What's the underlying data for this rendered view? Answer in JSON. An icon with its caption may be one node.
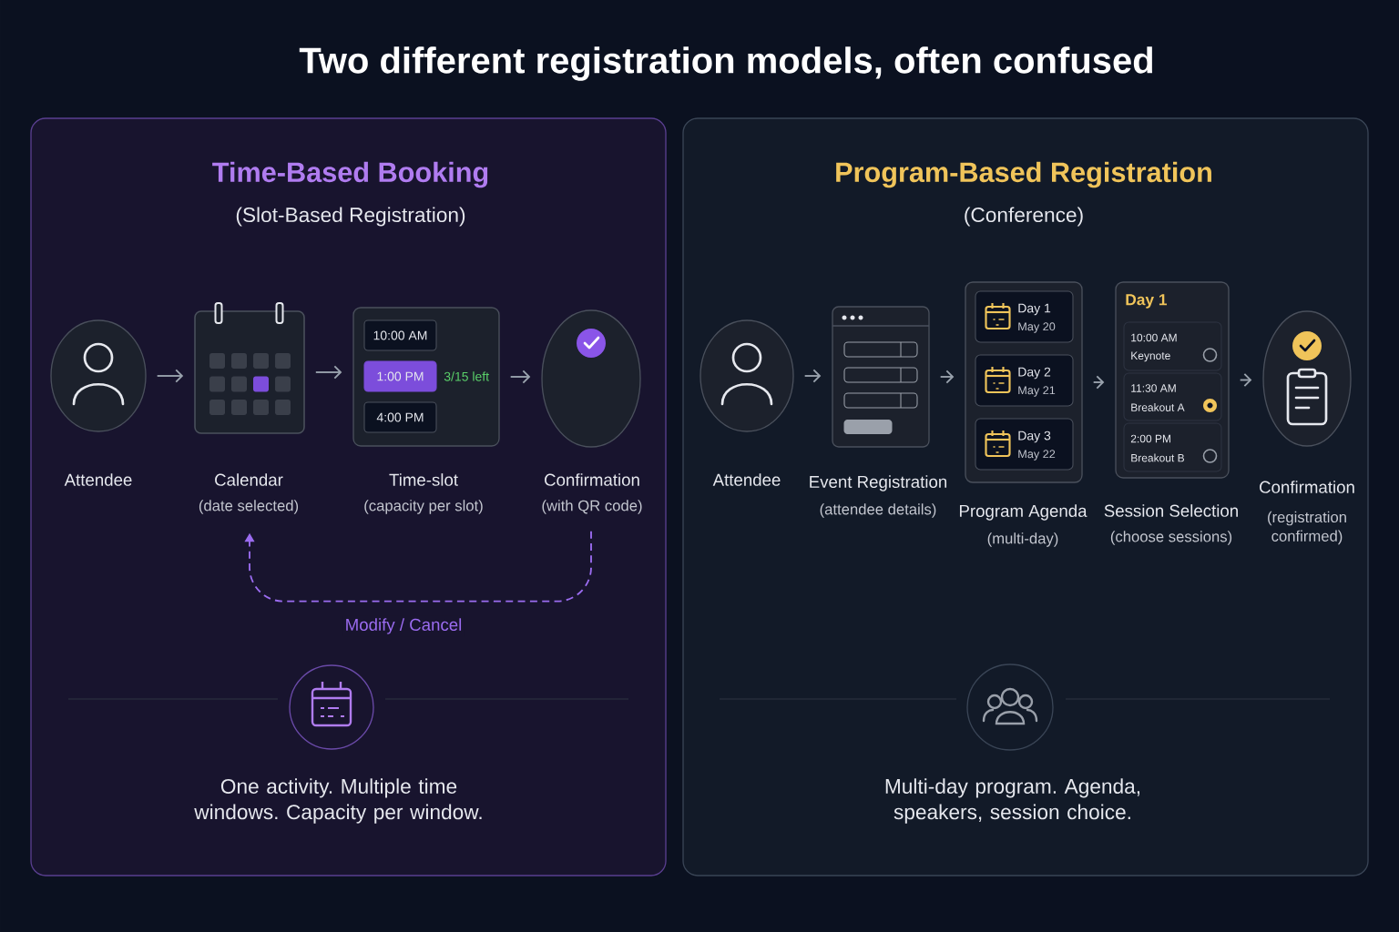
{
  "diagram": {
    "title": "Two different registration models, often confused",
    "nodes": [
      {
        "text": [
          "Time-Based Booking",
          "(Slot-Based Registration)",
          "One activity. Multiple time windows. Capacity per window."
        ]
      },
      {
        "text": [
          "Attendee"
        ],
        "in": 0
      },
      {
        "text": [
          "Calendar",
          "(date selected)"
        ],
        "in": 0
      },
      {
        "text": [
          "Time-slot",
          "(capacity per slot)"
        ],
        "in": 0
      },
      {
        "text": [
          "10:00 AM"
        ],
        "in": 3
      },
      {
        "text": [
          "1:00 PM"
        ],
        "in": 3,
        "beside": [
          "3/15 left"
        ]
      },
      {
        "text": [
          "4:00 PM"
        ],
        "in": 3
      },
      {
        "text": [
          "Confirmation",
          "(with QR code)"
        ],
        "in": 0
      },
      {
        "text": [
          "Program-Based Registration",
          "(Conference)",
          "Multi-day program. Agenda, speakers, session choice."
        ]
      },
      {
        "text": [
          "Attendee"
        ],
        "in": 8
      },
      {
        "text": [
          "Event Registration",
          "(attendee details)"
        ],
        "in": 8
      },
      {
        "text": [
          "Program Agenda",
          "(multi-day)"
        ],
        "in": 8
      },
      {
        "text": [
          "Day 1",
          "May 20"
        ],
        "in": 11
      },
      {
        "text": [
          "Day 2",
          "May 21"
        ],
        "in": 11
      },
      {
        "text": [
          "Day 3",
          "May 22"
        ],
        "in": 11
      },
      {
        "text": [
          "Day 1",
          "Session Selection",
          "(choose sessions)"
        ],
        "in": 8
      },
      {
        "text": [
          "10:00 AM",
          "Keynote"
        ],
        "in": 15
      },
      {
        "text": [
          "11:30 AM",
          "Breakout A"
        ],
        "in": 15
      },
      {
        "text": [
          "2:00 PM",
          "Breakout B"
        ],
        "in": 15
      },
      {
        "text": [
          "Confirmation",
          "(registration confirmed)"
        ],
        "in": 8
      }
    ],
    "edges": [
      {
        "from": 1,
        "to": 2,
        "arrow": "to"
      },
      {
        "from": 2,
        "to": 3,
        "arrow": "to"
      },
      {
        "from": 3,
        "to": 7,
        "arrow": "to"
      },
      {
        "from": 7,
        "to": 2,
        "arrow": "to",
        "label": "Modify / Cancel",
        "style": "dashed",
        "color": "#9b6cf0"
      },
      {
        "from": 9,
        "to": 10,
        "arrow": "to"
      },
      {
        "from": 10,
        "to": 11,
        "arrow": "to"
      },
      {
        "from": 11,
        "to": 15,
        "arrow": "to"
      },
      {
        "from": 15,
        "to": 19,
        "arrow": "to"
      }
    ]
  }
}
